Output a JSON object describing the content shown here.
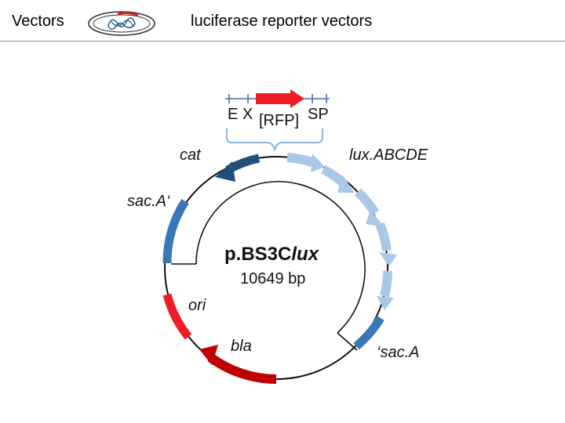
{
  "header": {
    "section_label": "Vectors",
    "title": "luciferase reporter vectors"
  },
  "plasmid": {
    "name_prefix": "p.BS3C",
    "name_italic": "lux",
    "size": "10649 bp"
  },
  "cassette": {
    "left_sites": "E X",
    "subscript": "[RFP]",
    "right_sites": "SP"
  },
  "features": {
    "cat": "cat",
    "luxABCDE": "lux.ABCDE",
    "sacA_prime": "sac.A‘",
    "ori": "ori",
    "bla": "bla",
    "prime_sacA": "‘sac.A"
  },
  "colors": {
    "backbone": "#111111",
    "lux": "#a9c8e8",
    "sac": "#3a78b5",
    "cat": "#214f7c",
    "ori": "#ee1c24",
    "bla": "#c00000",
    "rfp": "#ee1c24",
    "bracket": "#8db3d9",
    "cassette_line": "#4a6fa5"
  }
}
